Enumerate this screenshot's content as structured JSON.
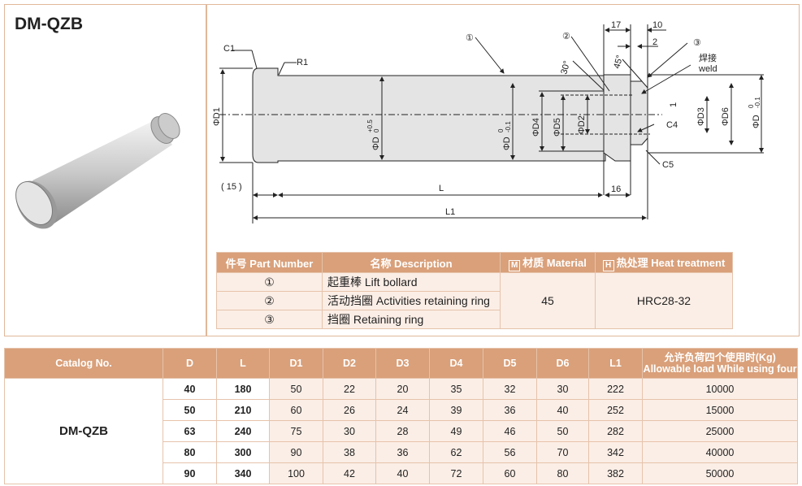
{
  "product": {
    "title": "DM-QZB"
  },
  "drawing": {
    "c1": "C1",
    "r1": "R1",
    "phi_d1": "ΦD1",
    "phi_d_tol": "ΦD",
    "tol_plus": "+0.5",
    "tol_zero": "0",
    "phi_d_neg": "ΦD",
    "neg_zero": "0",
    "neg_tol": "-0.1",
    "phi_d4": "ΦD4",
    "phi_d5": "ΦD5",
    "phi_d2": "ΦD2",
    "phi_d3": "ΦD3",
    "phi_d6": "ΦD6",
    "phi_d_right": "ΦD",
    "right_zero": "0",
    "right_tol": "-0.1",
    "dim_17": "17",
    "dim_10": "10",
    "dim_2": "2",
    "angle_30": "30°",
    "angle_45": "45°",
    "weld_cn": "焊接",
    "weld_en": "weld",
    "dim_1": "1",
    "c4": "C4",
    "c5": "C5",
    "dim_15": "( 15 )",
    "dim_l": "L",
    "dim_16": "16",
    "dim_l1": "L1",
    "callout_1": "①",
    "callout_2": "②",
    "callout_3": "③"
  },
  "parts_table": {
    "headers": {
      "part_number": "件号 Part Number",
      "description": "名称 Description",
      "material_icon": "M",
      "material": "材质 Material",
      "heat_icon": "H",
      "heat": "热处理 Heat treatment"
    },
    "rows": [
      {
        "num": "①",
        "desc": "起重棒 Lift bollard"
      },
      {
        "num": "②",
        "desc": "活动挡圈 Activities retaining ring"
      },
      {
        "num": "③",
        "desc": "挡圈 Retaining ring"
      }
    ],
    "material": "45",
    "heat_treatment": "HRC28-32"
  },
  "spec_table": {
    "headers": [
      "Catalog No.",
      "D",
      "L",
      "D1",
      "D2",
      "D3",
      "D4",
      "D5",
      "D6",
      "L1"
    ],
    "load_header_cn": "允许负荷四个使用时(Kg)",
    "load_header_en": "Allowable load While using four",
    "catalog": "DM-QZB",
    "rows": [
      [
        "40",
        "180",
        "50",
        "22",
        "20",
        "35",
        "32",
        "30",
        "222",
        "10000"
      ],
      [
        "50",
        "210",
        "60",
        "26",
        "24",
        "39",
        "36",
        "40",
        "252",
        "15000"
      ],
      [
        "63",
        "240",
        "75",
        "30",
        "28",
        "49",
        "46",
        "50",
        "282",
        "25000"
      ],
      [
        "80",
        "300",
        "90",
        "38",
        "36",
        "62",
        "56",
        "70",
        "342",
        "40000"
      ],
      [
        "90",
        "340",
        "100",
        "42",
        "40",
        "72",
        "60",
        "80",
        "382",
        "50000"
      ]
    ]
  },
  "colors": {
    "header": "#d9a07a",
    "cell": "#fbeee6",
    "border": "#e0b89a"
  }
}
